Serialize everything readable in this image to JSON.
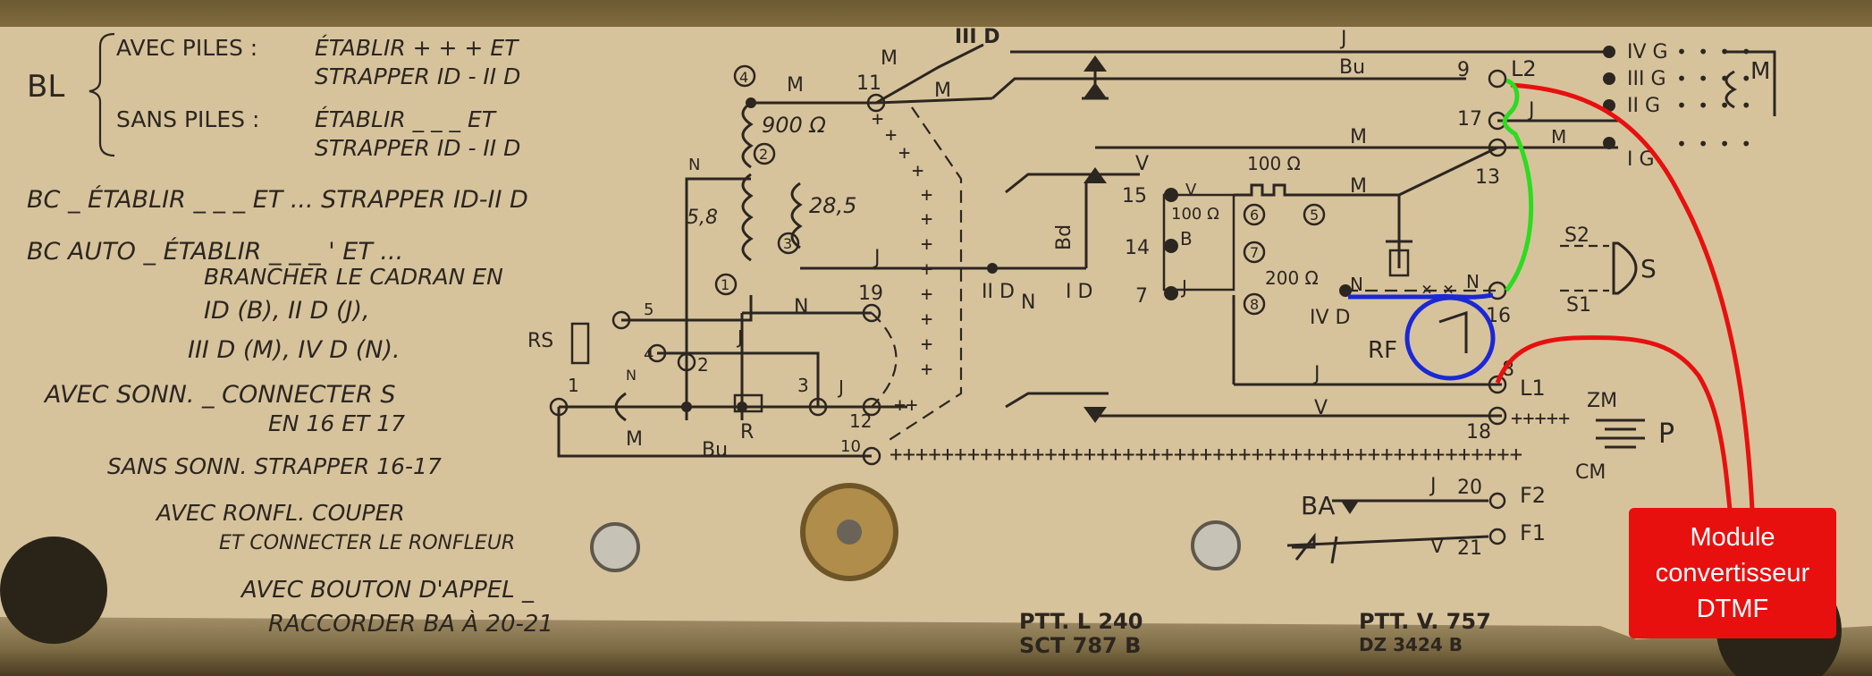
{
  "instructions": {
    "bl": "BL",
    "avec_piles_a": "AVEC PILES :",
    "avec_piles_b": "ÉTABLIR + + + ET",
    "avec_piles_c": "STRAPPER ID - II D",
    "sans_piles_a": "SANS PILES :",
    "sans_piles_b": "ÉTABLIR _ _ _ ET",
    "sans_piles_c": "STRAPPER ID - II D",
    "bc": "BC _ ÉTABLIR _ _ _ ET ... STRAPPER ID-II D",
    "bc_auto_a": "BC AUTO _ ÉTABLIR _ _ _ ' ET ...",
    "bc_auto_b": "BRANCHER LE CADRAN EN",
    "bc_auto_c": "ID (B), II D (J),",
    "bc_auto_d": "III D (M), IV D (N).",
    "avec_sonn_a": "AVEC SONN. _ CONNECTER S",
    "avec_sonn_b": "EN 16 ET 17",
    "sans_sonn": "SANS SONN. STRAPPER 16-17",
    "avec_ronfl_a": "AVEC RONFL. COUPER",
    "avec_ronfl_b": "ET CONNECTER LE RONFLEUR",
    "avec_bouton_a": "AVEC BOUTON D'APPEL _",
    "avec_bouton_b": "RACCORDER BA À 20-21",
    "ref1_a": "PTT. L 240",
    "ref1_b": "SCT 787 B",
    "ref2_a": "PTT. V. 757",
    "ref2_b": "DZ 3424 B"
  },
  "labels": {
    "n4": "4",
    "n2": "2",
    "n3": "3",
    "n1": "1",
    "n11": "11",
    "n19": "19",
    "n5": "5",
    "n4b": "4",
    "n2b": "2",
    "n3b": "3",
    "n1b": "1",
    "n12": "12",
    "n10": "10",
    "r900": "900 Ω",
    "r58": "5,8",
    "r285": "28,5",
    "m": "M",
    "j": "J",
    "n": "N",
    "bu": "Bu",
    "rs": "RS",
    "r": "R",
    "iiid": "III D",
    "iid": "II D",
    "id": "I D",
    "ivd": "IV D",
    "bd": "Bd",
    "v": "V",
    "t15": "15",
    "t14": "14",
    "t7": "7",
    "t6": "6",
    "t5": "5",
    "t7b": "7",
    "t8": "8",
    "r100a": "100 Ω",
    "r100b": "100 Ω",
    "r200": "200 Ω",
    "b": "B",
    "t9": "9",
    "l2": "L2",
    "t17": "17",
    "t13": "13",
    "t16": "16",
    "t8b": "8",
    "l1": "L1",
    "t18": "18",
    "ivg": "IV G",
    "iiig": "III G",
    "iig": "II G",
    "ig": "I G",
    "s2": "S2",
    "s1": "S1",
    "s": "S",
    "rf": "RF",
    "zm": "ZM",
    "p": "P",
    "cm": "CM",
    "ba": "BA",
    "t20": "20",
    "t21": "21",
    "f2": "F2",
    "f1": "F1"
  },
  "module": {
    "line1": "Module",
    "line2": "convertisseur",
    "line3": "DTMF"
  },
  "colors": {
    "plate": "#d8c6a0",
    "ink": "#2c2620",
    "annotation_red": "#e8100f",
    "annotation_green": "#2bdc1f",
    "annotation_blue": "#1a28d6",
    "module_bg": "#e8100f"
  }
}
